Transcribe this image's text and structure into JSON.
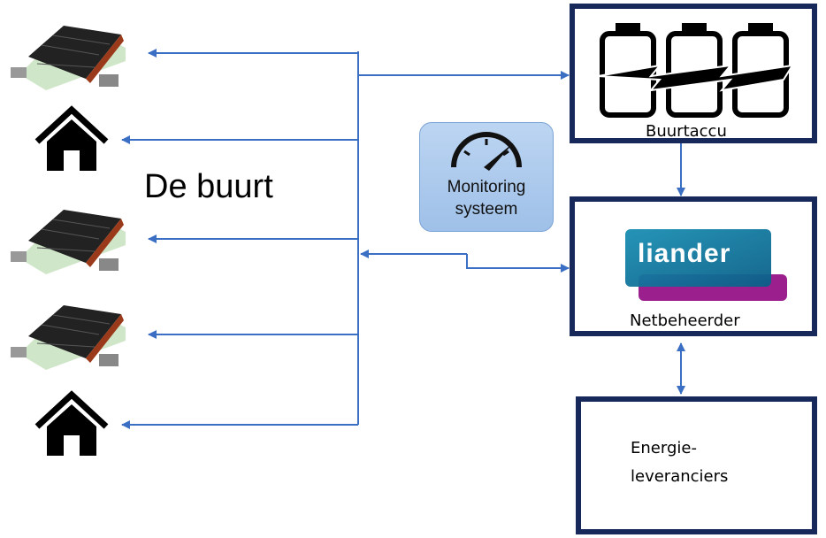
{
  "title": "De buurt",
  "nodes": {
    "battery": {
      "label": "Buurtaccu",
      "icon": "battery-icon"
    },
    "grid_operator": {
      "label": "Netbeheerder",
      "logo_text": "liander"
    },
    "suppliers": {
      "line1": "Energie-",
      "line2": "leveranciers"
    },
    "monitoring": {
      "line1": "Monitoring",
      "line2": "systeem",
      "icon": "gauge-icon"
    }
  },
  "houses": [
    {
      "type": "solar-house"
    },
    {
      "type": "house"
    },
    {
      "type": "solar-house"
    },
    {
      "type": "solar-house"
    },
    {
      "type": "house"
    }
  ],
  "colors": {
    "arrow": "#3a6fc4",
    "box_border": "#17285a",
    "monitor_fill": "#a8c8ec"
  }
}
